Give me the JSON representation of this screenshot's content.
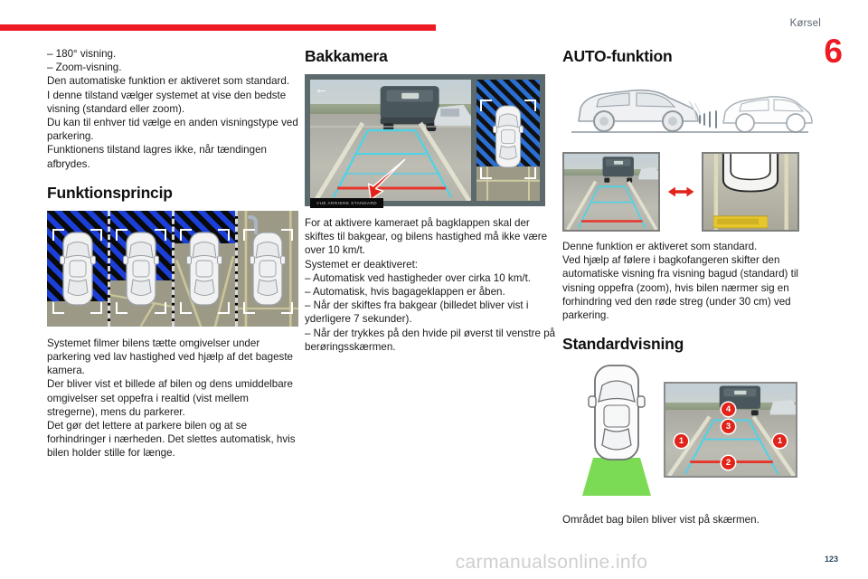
{
  "header": {
    "section": "Kørsel",
    "chapter": "6"
  },
  "footer": {
    "watermark": "carmanualsonline.info",
    "page_number": "123"
  },
  "columns": {
    "left": {
      "intro_lines": [
        "–  180° visning.",
        "–  Zoom-visning.",
        "Den automatiske funktion er aktiveret som standard.",
        "I denne tilstand vælger systemet at vise den bedste visning (standard eller zoom).",
        "Du kan til enhver tid vælge en anden visningstype ved parkering.",
        "Funktionens tilstand lagres ikke, når tændingen afbrydes."
      ],
      "heading": "Funktionsprincip",
      "body_lines": [
        "Systemet filmer bilens tætte omgivelser under parkering ved lav hastighed ved hjælp af det bageste kamera.",
        "Der bliver vist et billede af bilen og dens umiddelbare omgivelser set oppefra i realtid (vist mellem stregerne), mens du parkerer.",
        "Det gør det lettere at parkere bilen og at se forhindringer i nærheden. Det slettes automatisk, hvis bilen holder stille for længe."
      ]
    },
    "middle": {
      "heading": "Bakkamera",
      "screenshot_label": "VUE ARRIERE STANDARD",
      "back_icon": "back-arrow-icon",
      "body_lines": [
        "For at aktivere kameraet på bagklappen skal der skiftes til bakgear, og bilens hastighed må ikke være over 10 km/t.",
        "Systemet er deaktiveret:",
        "–  Automatisk ved hastigheder over cirka 10 km/t.",
        "–  Automatisk, hvis bagageklappen er åben.",
        "–  Når der skiftes fra bakgear (billedet bliver vist i yderligere 7 sekunder).",
        "–  Når der trykkes på den hvide pil øverst til venstre på berøringsskærmen."
      ]
    },
    "right": {
      "heading_auto": "AUTO-funktion",
      "body_lines": [
        "Denne funktion er aktiveret som standard.",
        "Ved hjælp af følere i bagkofangeren skifter den automatiske visning fra visning bagud (standard) til visning oppefra (zoom), hvis bilen nærmer sig en forhindring ved den røde streg (under 30 cm) ved parkering."
      ],
      "heading_standard": "Standardvisning",
      "caption": "Området bag bilen bliver vist på skærmen.",
      "markers": [
        "1",
        "2",
        "3",
        "4"
      ]
    }
  },
  "colors": {
    "accent_red": "#ed1c24",
    "marker_red": "#e2231a",
    "guide_cyan": "#49d4e8",
    "guide_red": "#e8342b",
    "hatch_blue": "#1b3fd8",
    "cone_green": "#57d124",
    "section_gray": "#5b6670"
  }
}
